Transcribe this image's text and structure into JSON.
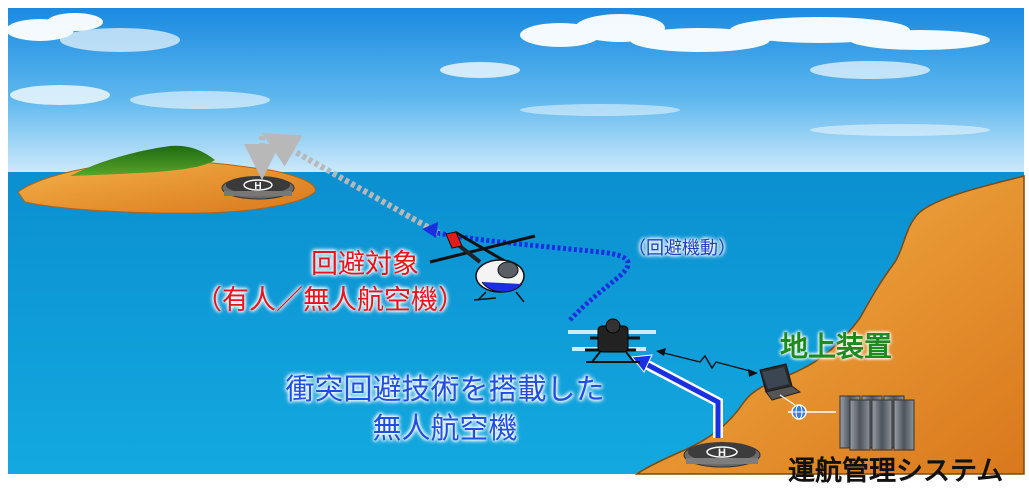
{
  "labels": {
    "avoid_target_line1": "回避対象",
    "avoid_target_line2": "（有人／無人航空機）",
    "avoid_maneuver": "（回避機動）",
    "uav_line1": "衝突回避技術を搭載した",
    "uav_line2": "無人航空機",
    "ground_equipment": "地上装置",
    "ops_management": "運航管理システム"
  },
  "heliport_mark": "H",
  "colors": {
    "sky_top": "#1e8fe0",
    "sky_bottom": "#bfe4fa",
    "sea": "#0fa0d8",
    "land": "#e8952a",
    "target_text": "#e8141c",
    "uav_text": "#1f4fe0",
    "ground_text": "#1f8a1f",
    "route_blue": "#1a2fe0"
  }
}
